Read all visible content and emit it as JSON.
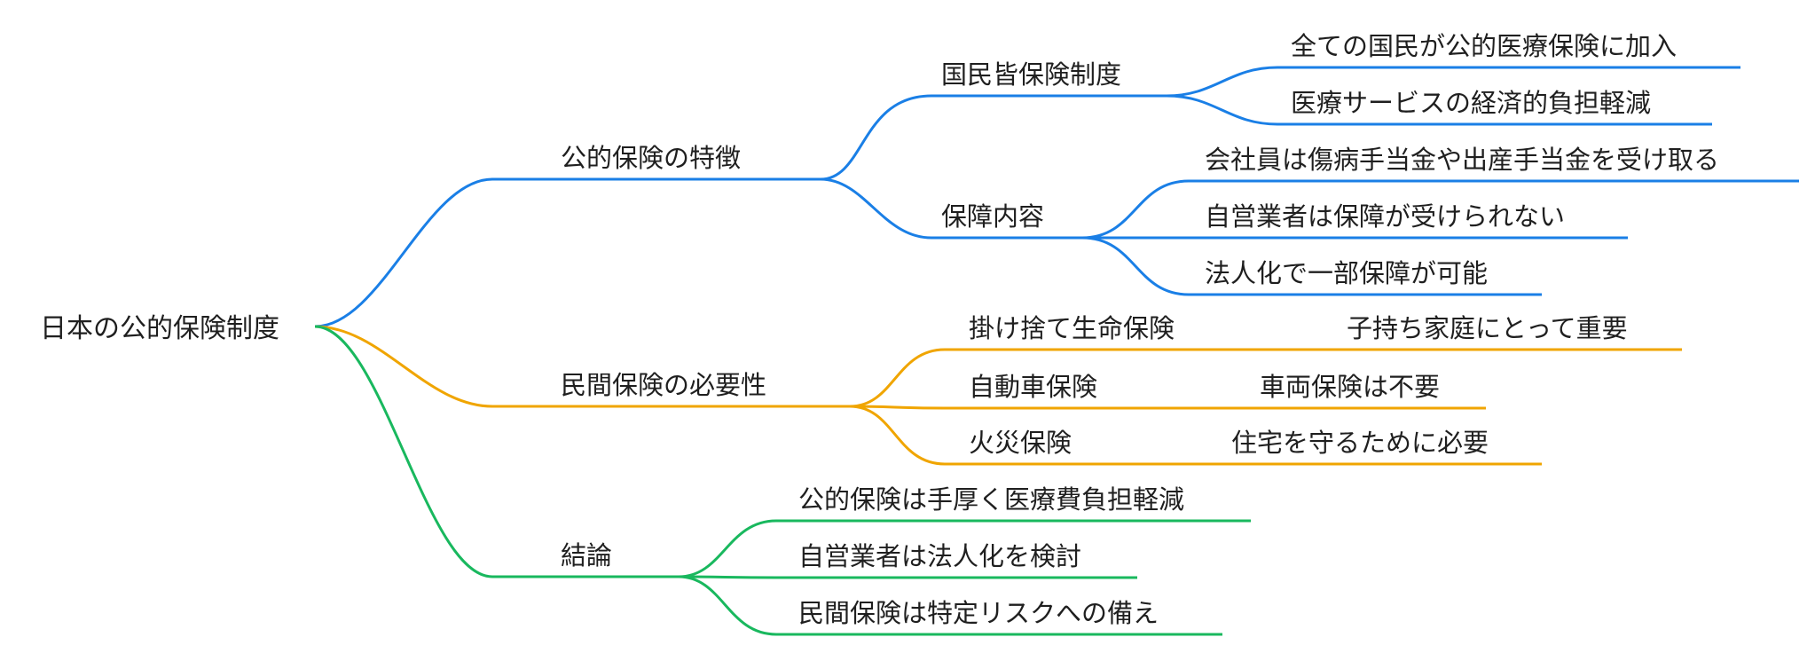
{
  "colors": {
    "background": "#ffffff",
    "text": "#1f1f1f",
    "branch_public": "#1a7fe6",
    "branch_private": "#f0a500",
    "branch_conclusion": "#19b85e"
  },
  "mindmap": {
    "root": "日本の公的保険制度",
    "branches": [
      {
        "label": "公的保険の特徴",
        "color": "#1a7fe6",
        "children": [
          {
            "label": "国民皆保険制度",
            "children": [
              "全ての国民が公的医療保険に加入",
              "医療サービスの経済的負担軽減"
            ]
          },
          {
            "label": "保障内容",
            "children": [
              "会社員は傷病手当金や出産手当金を受け取る",
              "自営業者は保障が受けられない",
              "法人化で一部保障が可能"
            ]
          }
        ]
      },
      {
        "label": "民間保険の必要性",
        "color": "#f0a500",
        "children": [
          {
            "label": "掛け捨て生命保険",
            "children": [
              "子持ち家庭にとって重要"
            ]
          },
          {
            "label": "自動車保険",
            "children": [
              "車両保険は不要"
            ]
          },
          {
            "label": "火災保険",
            "children": [
              "住宅を守るために必要"
            ]
          }
        ]
      },
      {
        "label": "結論",
        "color": "#19b85e",
        "children": [
          {
            "label": "公的保険は手厚く医療費負担軽減",
            "children": []
          },
          {
            "label": "自営業者は法人化を検討",
            "children": []
          },
          {
            "label": "民間保険は特定リスクへの備え",
            "children": []
          }
        ]
      }
    ]
  }
}
